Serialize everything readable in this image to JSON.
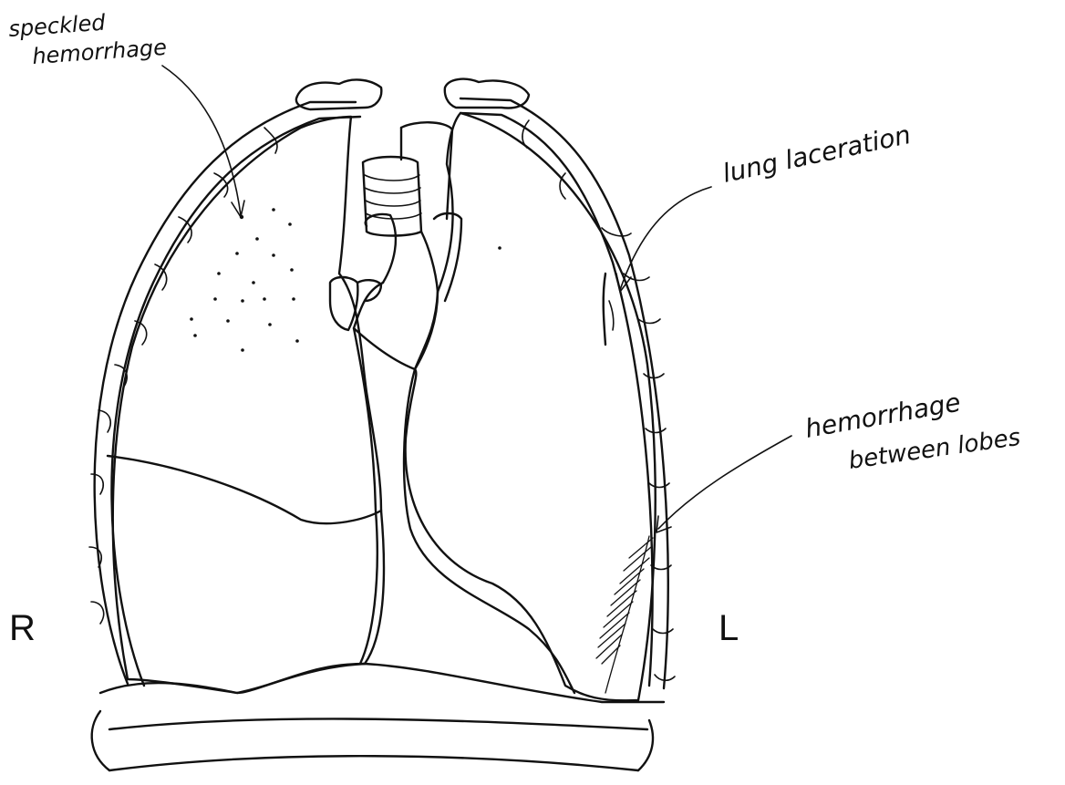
{
  "annotations": {
    "speckled": [
      "speckled",
      "hemorrhage"
    ],
    "laceration": "lung laceration",
    "interlobar": [
      "hemorrhage",
      "between lobes"
    ]
  },
  "sides": {
    "right": "R",
    "left": "L"
  }
}
